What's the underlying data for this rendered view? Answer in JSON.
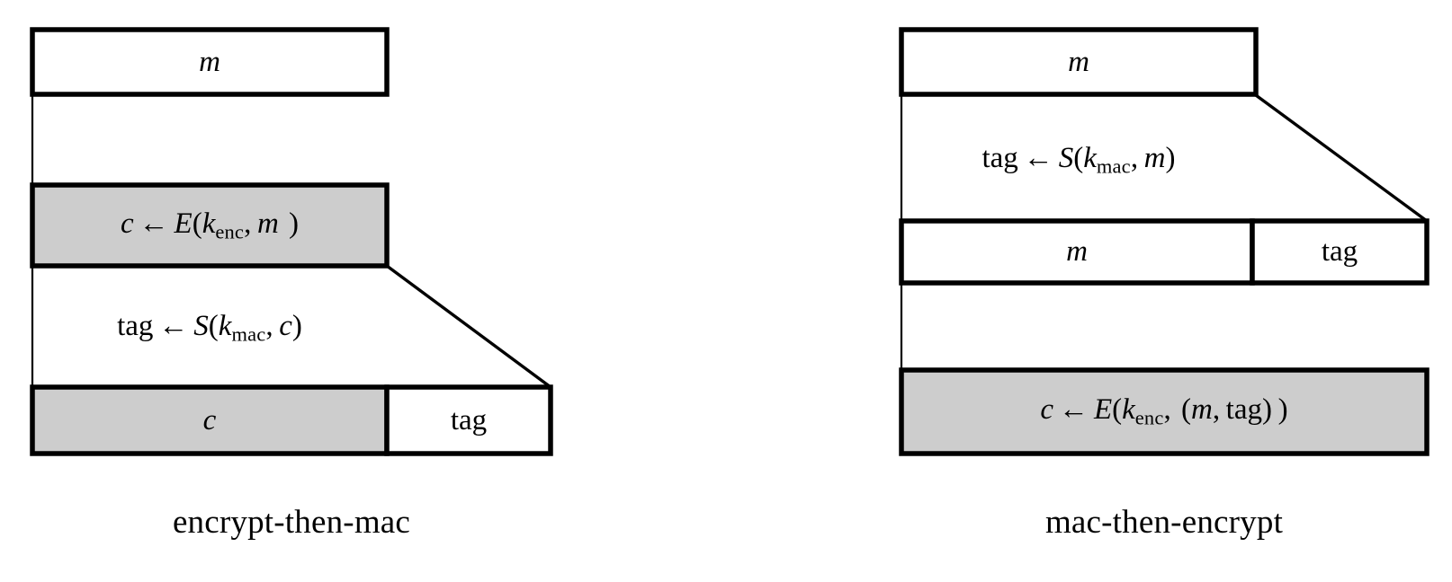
{
  "figure": {
    "kind": "authenticated-encryption-composition-diagram",
    "background_color": "#ffffff",
    "ink_color": "#000000",
    "highlight_fill": "#cdcdcd",
    "box_fill": "#ffffff"
  },
  "panels": [
    {
      "id": "encrypt-then-mac",
      "caption": "encrypt-then-mac",
      "boxes": [
        {
          "id": "etm-m",
          "label": "m",
          "label_kind": "italic-var",
          "fill": "#ffffff"
        },
        {
          "id": "etm-c",
          "fill": "#cdcdcd"
        },
        {
          "id": "etm-c-part",
          "label": "c",
          "label_kind": "italic-var",
          "fill": "#cdcdcd"
        },
        {
          "id": "etm-tag-part",
          "label": "tag",
          "label_kind": "roman",
          "fill": "#ffffff"
        }
      ],
      "operations": [
        {
          "id": "etm-encrypt",
          "result": "c",
          "op": "E",
          "key": "k",
          "key_sub": "enc",
          "arg": "m",
          "text": "c ← E(k_enc, m )"
        },
        {
          "id": "etm-mac",
          "result": "tag",
          "op": "S",
          "key": "k",
          "key_sub": "mac",
          "arg": "c",
          "text": "tag ← S(k_mac, c)"
        }
      ]
    },
    {
      "id": "mac-then-encrypt",
      "caption": "mac-then-encrypt",
      "boxes": [
        {
          "id": "mte-m",
          "label": "m",
          "label_kind": "italic-var",
          "fill": "#ffffff"
        },
        {
          "id": "mte-m-part",
          "label": "m",
          "label_kind": "italic-var",
          "fill": "#ffffff"
        },
        {
          "id": "mte-tag-part",
          "label": "tag",
          "label_kind": "roman",
          "fill": "#ffffff"
        },
        {
          "id": "mte-c",
          "fill": "#cdcdcd"
        }
      ],
      "operations": [
        {
          "id": "mte-mac",
          "result": "tag",
          "op": "S",
          "key": "k",
          "key_sub": "mac",
          "arg": "m",
          "text": "tag ← S(k_mac, m)"
        },
        {
          "id": "mte-encrypt",
          "result": "c",
          "op": "E",
          "key": "k",
          "key_sub": "enc",
          "arg": "(m, tag)",
          "text": "c ← E(k_enc,  (m, tag) )"
        }
      ]
    }
  ]
}
